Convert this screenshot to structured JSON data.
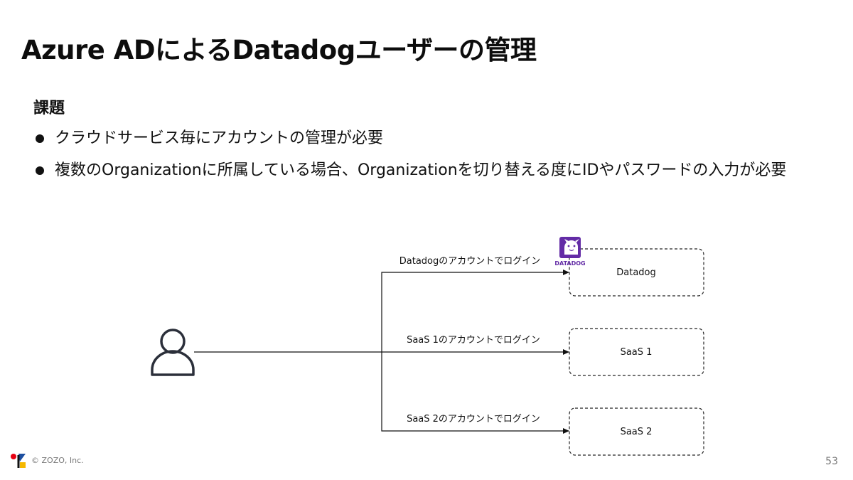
{
  "slide": {
    "title": "Azure ADによるDatadogユーザーの管理",
    "section_heading": "課題",
    "bullets": [
      "クラウドサービス毎にアカウントの管理が必要",
      "複数のOrganizationに所属している場合、Organizationを切り替える度にIDやパスワードの入力が必要"
    ]
  },
  "diagram": {
    "user_icon": "user-icon",
    "nodes": [
      {
        "label": "Datadog",
        "logo_text": "DATADOG"
      },
      {
        "label": "SaaS 1"
      },
      {
        "label": "SaaS 2"
      }
    ],
    "edges": [
      {
        "label": "Datadogのアカウントでログイン"
      },
      {
        "label": "SaaS 1のアカウントでログイン"
      },
      {
        "label": "SaaS 2のアカウントでログイン"
      }
    ]
  },
  "footer": {
    "copyright": "© ZOZO, Inc.",
    "page_number": "53",
    "logo_colors": [
      "#e60012",
      "#1d4fa0",
      "#f5b800",
      "#111111"
    ]
  }
}
